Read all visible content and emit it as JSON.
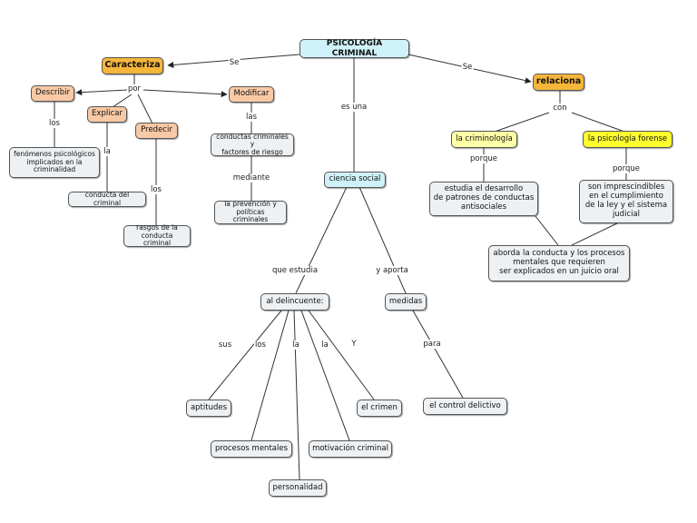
{
  "concept_map": {
    "root": "PSICOLOGÍA CRIMINAL",
    "nodes": {
      "caracteriza": "Caracteriza",
      "relaciona": "relaciona",
      "describir": "Describir",
      "explicar": "Explicar",
      "predecir": "Predecir",
      "modificar": "Modificar",
      "fenomenos": "fenómenos psicológicos\nimplicados en la\ncriminalidad",
      "conducta_criminal": "conducta del criminal",
      "rasgos": "rasgos de la\nconducta criminal",
      "conductas_criminales": "conductas criminales y\nfactores de riesgo",
      "prevencion": "la prevención y\npolíticas criminales",
      "ciencia_social": "ciencia social",
      "delincuente": "al delincuente:",
      "medidas": "medidas",
      "aptitudes": "aptitudes",
      "procesos": "procesos mentales",
      "personalidad": "personalidad",
      "motivacion": "motivación criminal",
      "crimen": "el crimen",
      "control": "el control delictivo",
      "criminologia": "la criminología",
      "forense": "la psicología forense",
      "estudia": "estudia el desarrollo\nde patrones de conductas\nantisociales",
      "imprescindibles": "son imprescindibles\nen el cumplimiento\nde la ley y el sistema\njudicial",
      "aborda": "aborda la conducta y los procesos\nmentales que requieren\nser explicados en un juicio oral"
    },
    "links": {
      "se_left": "Se",
      "se_right": "Se",
      "por": "por",
      "los_describir": "los",
      "la_explicar": "la",
      "los_predecir": "los",
      "las_modificar": "las",
      "mediante": "mediante",
      "es_una": "es una",
      "que_estudia": "que estudia",
      "y_aporta": "y aporta",
      "sus": "sus",
      "los_del": "los",
      "la_1": "la",
      "la_2": "la",
      "y": "Y",
      "para": "para",
      "con": "con",
      "porque_1": "porque",
      "porque_2": "porque"
    },
    "colors": {
      "root": "#cff1f9",
      "gold": "#f6b63a",
      "orange": "#f9c9a6",
      "yellow": "#ffffa6",
      "bright_yellow": "#ffff2e",
      "gray": "#eef1f3"
    }
  }
}
